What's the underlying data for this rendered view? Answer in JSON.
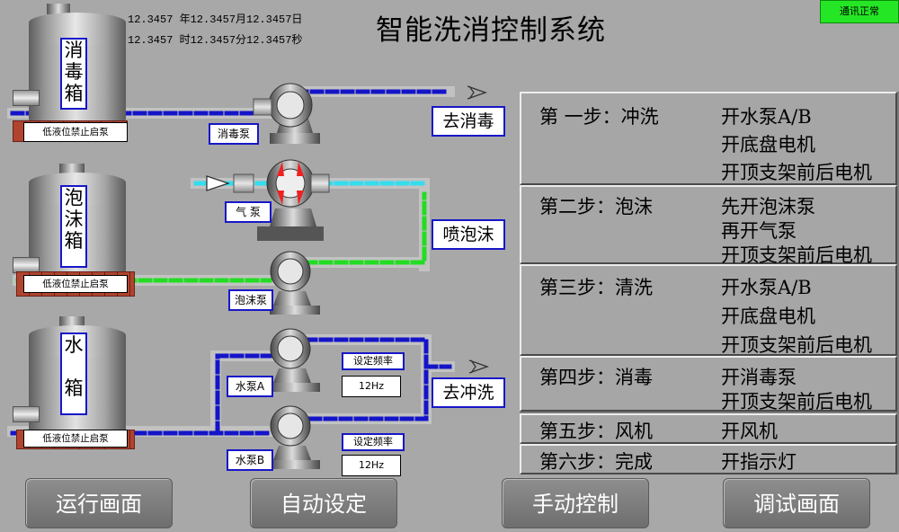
{
  "title": "智能洗消控制系统",
  "datetime": {
    "line1": "12.3457 年12.3457月12.3457日",
    "line2": "12.3457 时12.3457分12.3457秒"
  },
  "comm_status": "通讯正常",
  "tanks": {
    "disinfect": {
      "label": "消\n毒\n箱",
      "low_level_tag": "低液位禁止启泵"
    },
    "foam": {
      "label": "泡\n沫\n箱",
      "low_level_tag": "低液位禁止启泵"
    },
    "water": {
      "label": "水\n\n箱",
      "low_level_tag": "低液位禁止启泵"
    }
  },
  "pumps": {
    "disinfect_pump": "消毒泵",
    "air_pump": "气 泵",
    "foam_pump": "泡沫泵",
    "water_pump_a": "水泵A",
    "water_pump_b": "水泵B"
  },
  "frequency": {
    "label_a": "设定频率",
    "value_a": "12Hz",
    "label_b": "设定频率",
    "value_b": "12Hz"
  },
  "destinations": {
    "to_disinfect": "去消毒",
    "spray_foam": "喷泡沫",
    "to_flush": "去冲洗"
  },
  "steps": [
    {
      "name": "第  一步：冲洗",
      "actions": [
        "开水泵A/B",
        "开底盘电机",
        "开顶支架前后电机"
      ]
    },
    {
      "name": "第二步：泡沫",
      "actions": [
        "先开泡沫泵",
        "再开气泵",
        "开顶支架前后电机"
      ]
    },
    {
      "name": "第三步：清洗",
      "actions": [
        "开水泵A/B",
        "开底盘电机",
        "开顶支架前后电机"
      ]
    },
    {
      "name": "第四步：消毒",
      "actions": [
        "开消毒泵",
        "开顶支架前后电机"
      ]
    },
    {
      "name": "第五步：风机",
      "actions": [
        "开风机"
      ]
    },
    {
      "name": "第六步：完成",
      "actions": [
        "开指示灯"
      ]
    }
  ],
  "nav": {
    "run": "运行画面",
    "auto": "自动设定",
    "manual": "手动控制",
    "debug": "调试画面"
  },
  "colors": {
    "background": "#a8a8a8",
    "flow_blue": "#1414c8",
    "flow_cyan": "#33ddee",
    "flow_green": "#22dd22",
    "comm_ok": "#25e625"
  }
}
